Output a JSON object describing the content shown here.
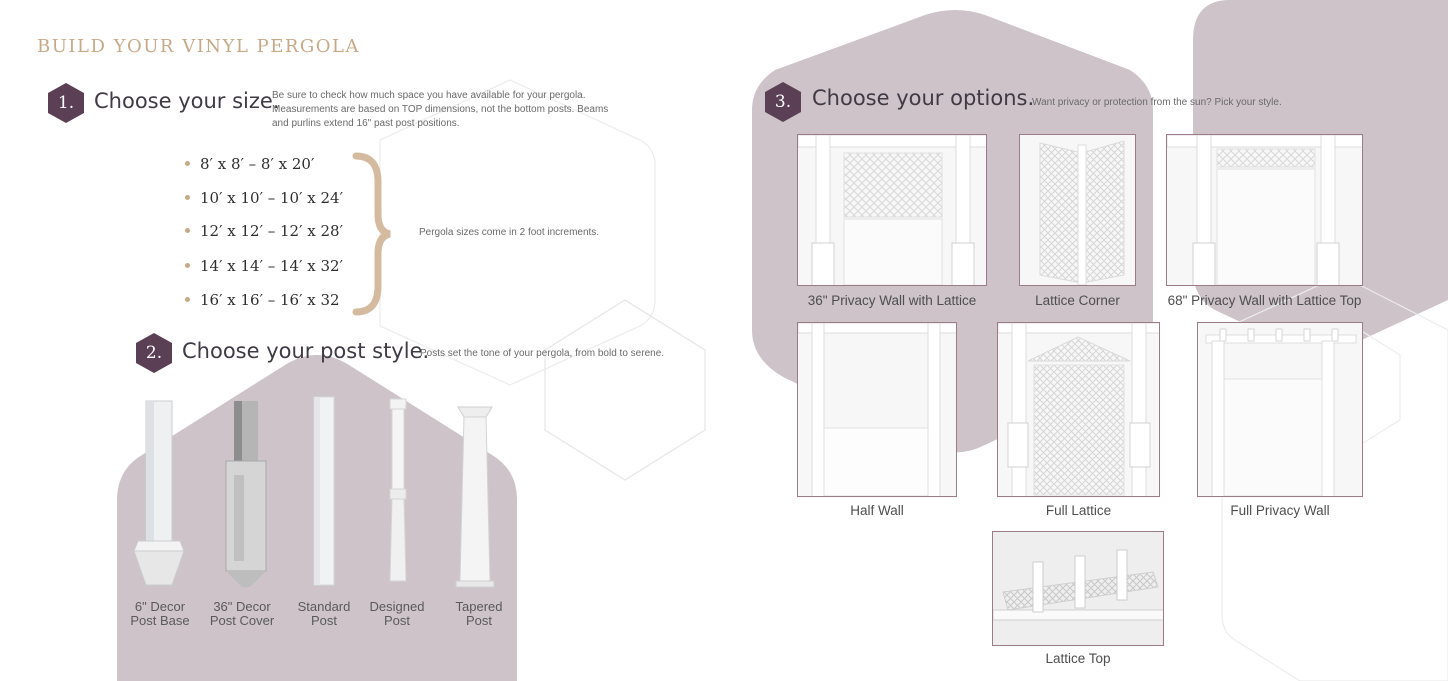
{
  "page": {
    "title": "BUILD YOUR VINYL PERGOLA"
  },
  "colors": {
    "accent_tan": "#c7a987",
    "badge_plum": "#5a3f55",
    "hex_mauve": "#cdc3c8",
    "frame": "#9b7c86"
  },
  "step1": {
    "number": "1.",
    "title": "Choose your size.",
    "description": [
      "Be sure to check how much space you have available for your pergola.",
      "Measurements are based on TOP dimensions, not the bottom posts. Beams",
      "and purlins extend 16\" past post positions."
    ],
    "sizes": [
      "8′ x 8′ – 8′ x 20′",
      "10′ x 10′ – 10′ x 24′",
      "12′ x 12′ – 12′ x 28′",
      "14′ x 14′ – 14′ x 32′",
      "16′ x 16′ – 16′ x 32"
    ],
    "note": "Pergola sizes come in 2 foot increments."
  },
  "step2": {
    "number": "2.",
    "title": "Choose your post style.",
    "description": "Posts set the tone of your pergola, from bold to serene.",
    "posts": [
      {
        "line1": "6\" Decor",
        "line2": "Post Base"
      },
      {
        "line1": "36\" Decor",
        "line2": "Post Cover"
      },
      {
        "line1": "Standard",
        "line2": "Post"
      },
      {
        "line1": "Designed",
        "line2": "Post"
      },
      {
        "line1": "Tapered",
        "line2": "Post"
      }
    ]
  },
  "step3": {
    "number": "3.",
    "title": "Choose your options.",
    "description": "Want privacy or protection from the sun? Pick your style.",
    "options": [
      "36\" Privacy Wall with Lattice",
      "Lattice Corner",
      "68\" Privacy Wall with Lattice Top",
      "Half Wall",
      "Full Lattice",
      "Full Privacy Wall",
      "Lattice Top"
    ]
  }
}
